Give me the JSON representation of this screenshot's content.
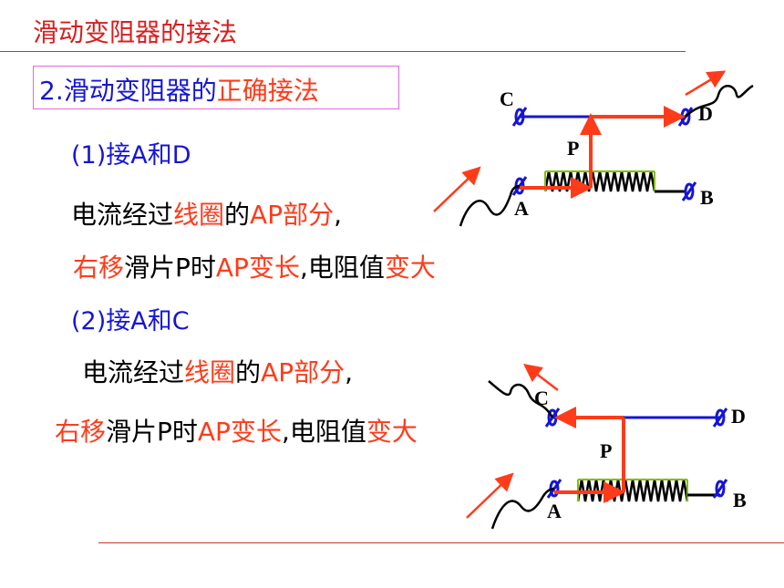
{
  "title": "滑动变阻器的接法",
  "subtitle": {
    "prefix": "2.滑动变阻器的",
    "emphasis": "正确接法"
  },
  "case1": {
    "heading": "(1)接A和D",
    "line1": {
      "p1": "电流经过",
      "p2": "线圈",
      "p3": "的",
      "p4": "AP部分",
      "p5": ","
    },
    "line2": {
      "p1": "右移",
      "p2": "滑片P时",
      "p3": "AP变长",
      "p4": ",电阻值",
      "p5": "变大"
    }
  },
  "case2": {
    "heading": "(2)接A和C",
    "line1": {
      "p1": "电流经过",
      "p2": "线圈",
      "p3": "的",
      "p4": "AP部分",
      "p5": ","
    },
    "line2": {
      "p1": "右移",
      "p2": "滑片P时",
      "p3": "AP变长",
      "p4": ",电阻值",
      "p5": "变大"
    }
  },
  "diagram1": {
    "label_c": "C",
    "label_d": "D",
    "label_p": "P",
    "label_a": "A",
    "label_b": "B"
  },
  "diagram2": {
    "label_c": "C",
    "label_d": "D",
    "label_p": "P",
    "label_a": "A",
    "label_b": "B"
  },
  "colors": {
    "accent_red": "#ff3b1a",
    "title_red": "#d81e1e",
    "wire_blue": "#1515d6",
    "coil_green": "#7fbf00"
  }
}
